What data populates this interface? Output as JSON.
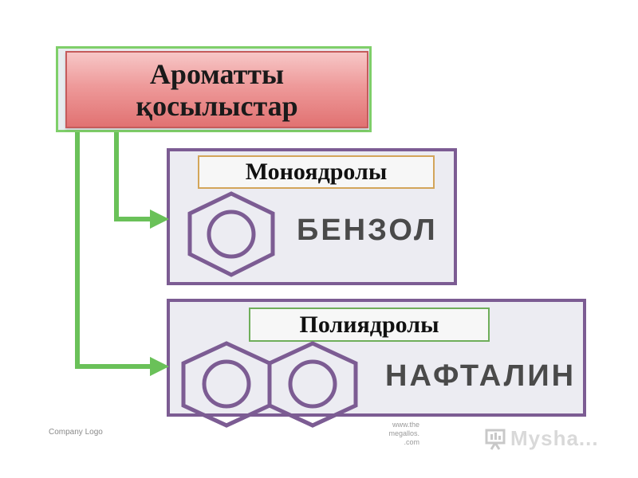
{
  "title": {
    "line1": "Ароматты",
    "line2": "қосылыстар"
  },
  "mono": {
    "label": "Моноядролы",
    "compound": "БЕНЗОЛ"
  },
  "poly": {
    "label": "Полиядролы",
    "compound": "НАФТАЛИН"
  },
  "footer": {
    "company_logo": "Company Logo",
    "watermark_line1": "www.the",
    "watermark_line2": "megallos.",
    "watermark_line3": ".com",
    "brand_text": "Mysha..."
  },
  "colors": {
    "arrow_green": "#6ac159",
    "panel_border": "#7c5c93",
    "title_fill": "#ee9a9a",
    "ring_stroke": "#7c5c93"
  }
}
